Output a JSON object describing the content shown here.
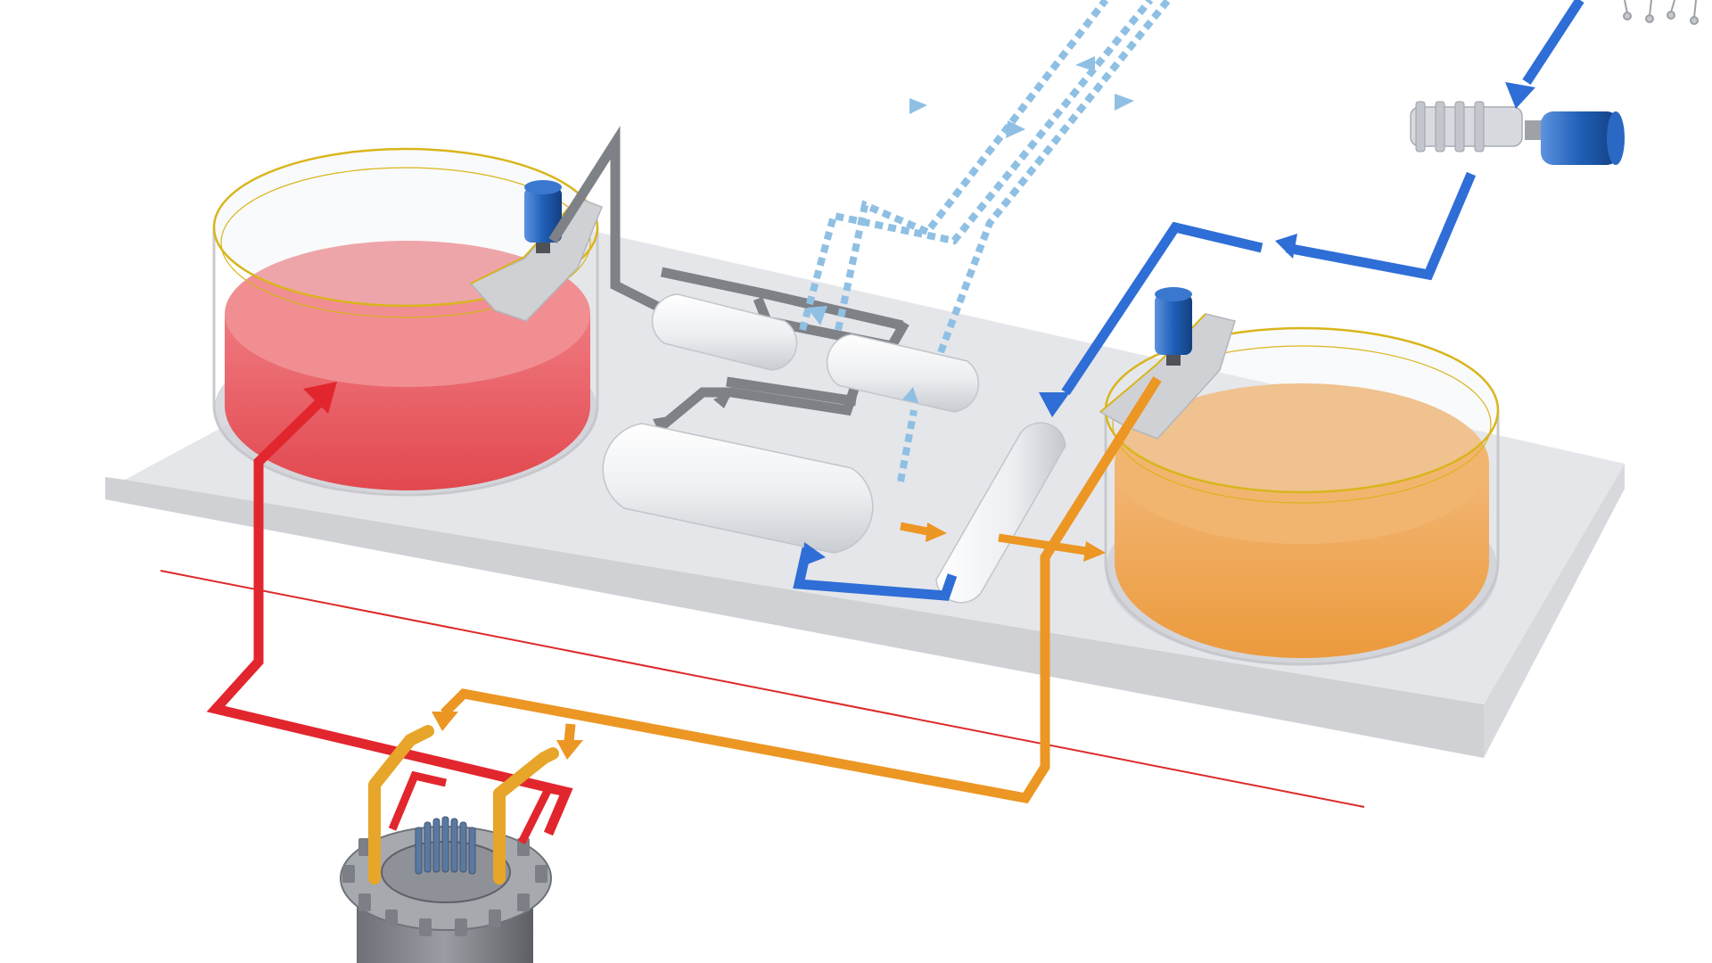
{
  "diagram": {
    "colors": {
      "background": "#ffffff",
      "platform_top": "#e5e6e9",
      "platform_edge": "#cfd1d5",
      "hot_tank": "#e2484f",
      "cold_tank": "#ec9a3c",
      "hot_flow": "#e2262e",
      "cold_flow": "#ec9624",
      "water": "#2f6ed6",
      "steam": "#8fc0e4",
      "gas": "#7e8186",
      "railing": "#d9b51c",
      "motor": "#1f5fb7",
      "vessel": "#f1f2f4",
      "reactor": "#8c8f95",
      "ground_line": "#dd2a2a"
    },
    "components": [
      {
        "id": "hot-salt-tank",
        "icon": "storage-tank"
      },
      {
        "id": "cold-salt-tank",
        "icon": "storage-tank"
      },
      {
        "id": "steam-generator",
        "icon": "horizontal-vessel"
      },
      {
        "id": "superheater",
        "icon": "horizontal-vessel"
      },
      {
        "id": "reheater",
        "icon": "horizontal-vessel"
      },
      {
        "id": "preheater",
        "icon": "vertical-vessel"
      },
      {
        "id": "feedwater-pump",
        "icon": "pump-motor"
      },
      {
        "id": "reactor-core",
        "icon": "reactor-vessel"
      }
    ],
    "flows": [
      {
        "id": "hot-salt-line",
        "medium": "molten-salt-hot"
      },
      {
        "id": "cold-salt-line",
        "medium": "molten-salt-cold"
      },
      {
        "id": "feedwater-line",
        "medium": "water"
      },
      {
        "id": "steam-lines",
        "medium": "steam"
      },
      {
        "id": "salt-transfer-line",
        "medium": "molten-salt-internal"
      }
    ]
  }
}
